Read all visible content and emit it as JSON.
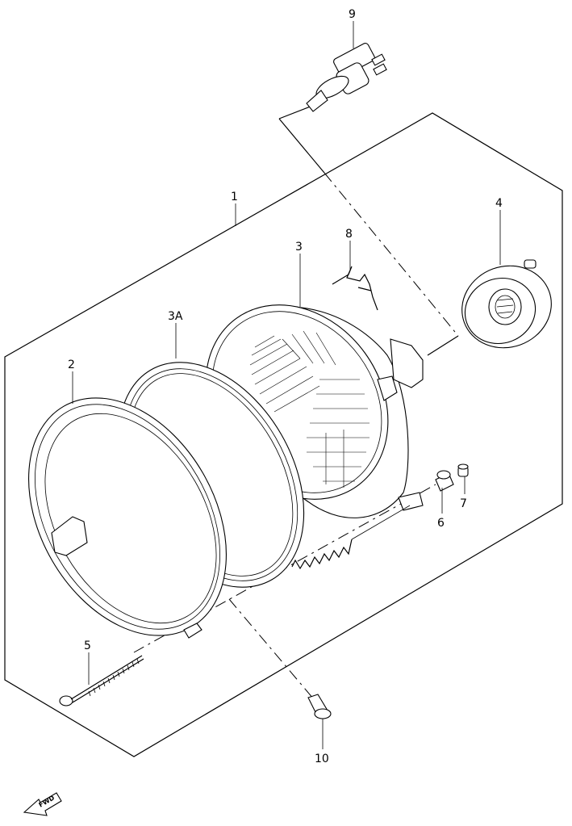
{
  "callouts": {
    "c1": "1",
    "c2": "2",
    "c3": "3",
    "c3a": "3A",
    "c4": "4",
    "c5": "5",
    "c6": "6",
    "c7": "7",
    "c8": "8",
    "c9": "9",
    "c10": "10"
  },
  "fwd": {
    "label": "FWD"
  }
}
